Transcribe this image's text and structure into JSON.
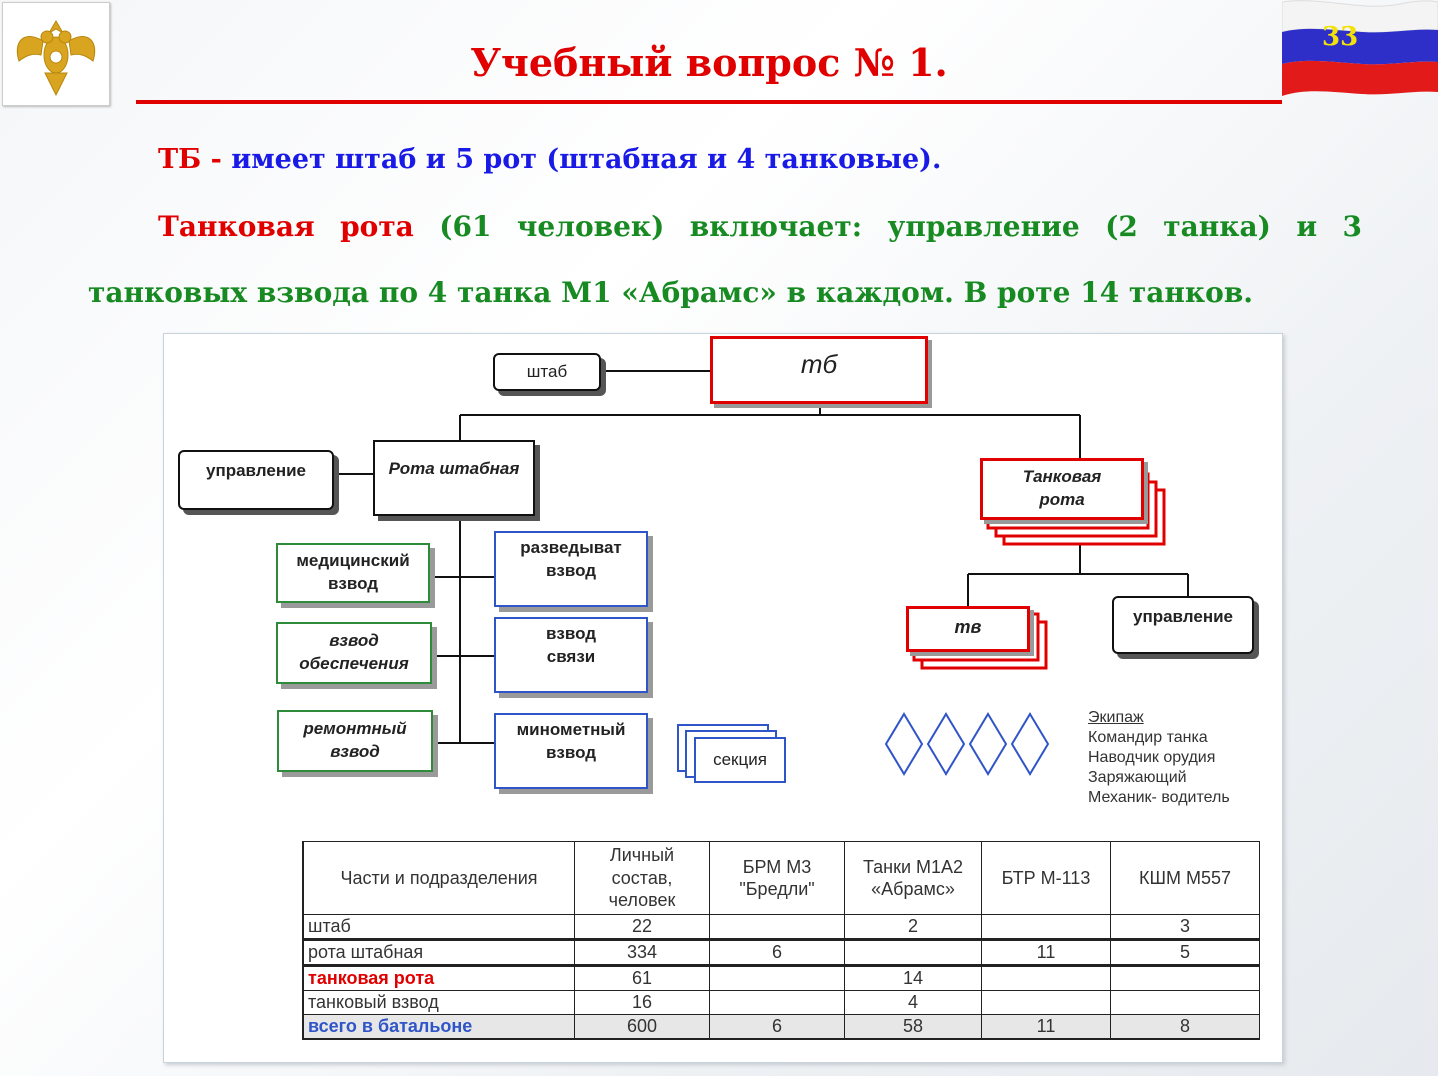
{
  "slide": {
    "title": "Учебный вопрос № 1.",
    "number": "33"
  },
  "text": {
    "p1_red": "ТБ -",
    "p1_blue": "имеет штаб и 5 рот (штабная и 4 танковые).",
    "p2_words_red": [
      "Танковая",
      "рота"
    ],
    "p2_words_green": [
      "(61",
      "человек)",
      "включает:",
      "управление",
      "(2",
      "танка)",
      "и",
      "3"
    ],
    "p3": "танковых взвода по 4 танка М1 «Абрамс» в каждом. В роте 14 танков."
  },
  "diagram": {
    "shtab": "штаб",
    "tb": "тб",
    "upravlenie_left": "управление",
    "rota_shtabnaya": "Рота штабная",
    "tankovaya_rota_1": "Танковая",
    "tankovaya_rota_2": "рота",
    "med_1": "медицинский",
    "med_2": "взвод",
    "razved_1": "разведыват",
    "razved_2": "взвод",
    "obesp_1": "взвод",
    "obesp_2": "обеспечения",
    "svyazi_1": "взвод",
    "svyazi_2": "связи",
    "remont_1": "ремонтный",
    "remont_2": "взвод",
    "minomet_1": "минометный",
    "minomet_2": "взвод",
    "sekciya": "секция",
    "tv": "тв",
    "upravlenie_right": "управление",
    "crew": {
      "header": "Экипаж",
      "items": [
        "Командир танка",
        "Наводчик орудия",
        "Заряжающий",
        "Механик- водитель"
      ]
    }
  },
  "table": {
    "headers": [
      "Части и подразделения",
      "Личный состав, человек",
      "БРМ М3 \"Бредли\"",
      "Танки М1А2 «Абрамс»",
      "БТР М-113",
      "КШМ М557"
    ],
    "rows": [
      [
        "штаб",
        "22",
        "",
        "2",
        "",
        "3"
      ],
      [
        "рота штабная",
        "334",
        "6",
        "",
        "11",
        "5"
      ],
      [
        "танковая рота",
        "61",
        "",
        "14",
        "",
        ""
      ],
      [
        "танковый взвод",
        "16",
        "",
        "4",
        "",
        ""
      ],
      [
        "всего в батальоне",
        "600",
        "6",
        "58",
        "11",
        "8"
      ]
    ]
  },
  "colors": {
    "accent_red": "#e00000",
    "blue": "#1a1ae6",
    "green": "#178a22"
  }
}
